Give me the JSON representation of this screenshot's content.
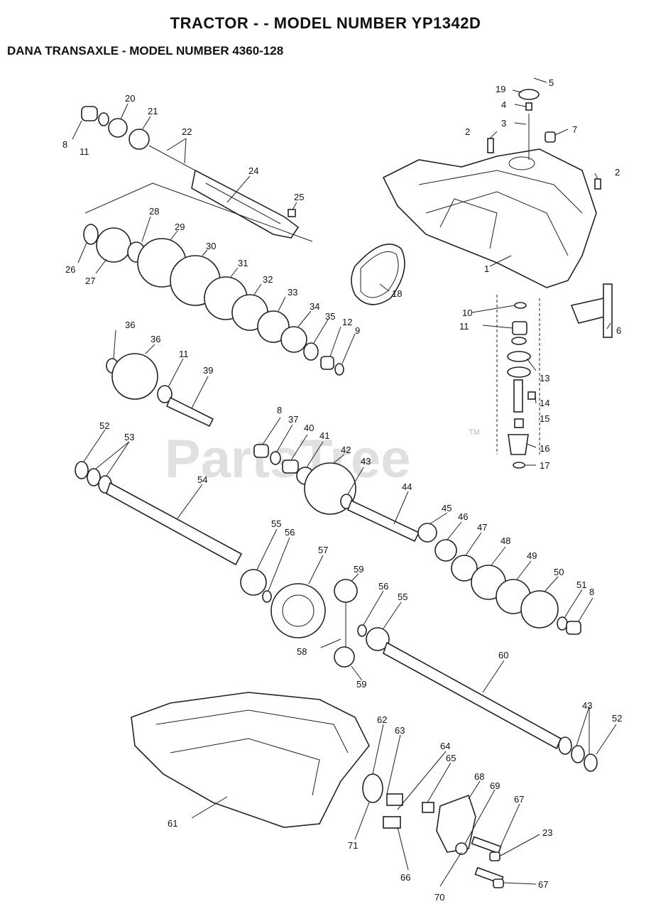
{
  "header": {
    "title": "TRACTOR - - MODEL NUMBER YP1342D",
    "subtitle": "DANA TRANSAXLE - MODEL NUMBER 4360-128"
  },
  "watermark": {
    "text": "PartsTree",
    "tm": "TM"
  },
  "labels": {
    "l1": "1",
    "l2a": "2",
    "l2b": "2",
    "l3": "3",
    "l4": "4",
    "l5": "5",
    "l6": "6",
    "l7": "7",
    "l8a": "8",
    "l8b": "8",
    "l8c": "8",
    "l9": "9",
    "l10": "10",
    "l11a": "11",
    "l11b": "11",
    "l11c": "11",
    "l12": "12",
    "l13": "13",
    "l14": "14",
    "l15": "15",
    "l16": "16",
    "l17": "17",
    "l18": "18",
    "l19": "19",
    "l20": "20",
    "l21": "21",
    "l22": "22",
    "l23": "23",
    "l24": "24",
    "l25": "25",
    "l26": "26",
    "l27": "27",
    "l28": "28",
    "l29": "29",
    "l30": "30",
    "l31": "31",
    "l32": "32",
    "l33": "33",
    "l34": "34",
    "l35": "35",
    "l36a": "36",
    "l36b": "36",
    "l37": "37",
    "l39": "39",
    "l40": "40",
    "l41": "41",
    "l42": "42",
    "l43a": "43",
    "l43b": "43",
    "l44": "44",
    "l45": "45",
    "l46": "46",
    "l47": "47",
    "l48": "48",
    "l49": "49",
    "l50": "50",
    "l51": "51",
    "l52a": "52",
    "l52b": "52",
    "l53": "53",
    "l54": "54",
    "l55a": "55",
    "l55b": "55",
    "l56a": "56",
    "l56b": "56",
    "l57": "57",
    "l58": "58",
    "l59a": "59",
    "l59b": "59",
    "l60": "60",
    "l61": "61",
    "l62": "62",
    "l63": "63",
    "l64": "64",
    "l65": "65",
    "l66": "66",
    "l67a": "67",
    "l67b": "67",
    "l68": "68",
    "l69": "69",
    "l70": "70",
    "l71": "71"
  }
}
